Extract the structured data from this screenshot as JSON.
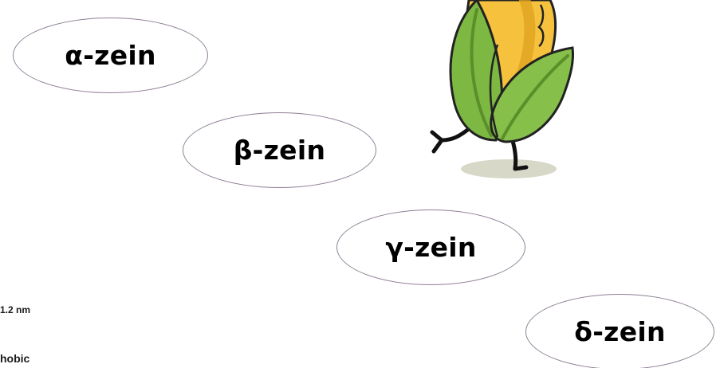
{
  "zeins": {
    "alpha": "α-zein",
    "beta": "β-zein",
    "gamma": "γ-zein",
    "delta": "δ-zein"
  },
  "side_text": {
    "line1": "1.2 nm",
    "line2": "hobic"
  },
  "mascot": {
    "icon": "corn-mascot-icon",
    "colors": {
      "kernel": "#f6c23e",
      "kernel_dark": "#e0a41f",
      "husk": "#7db843",
      "husk_dark": "#5a8f2a",
      "shadow": "#d8d8c8"
    }
  },
  "colors": {
    "ellipse_border": "#8f7f95",
    "label": "#000000"
  }
}
